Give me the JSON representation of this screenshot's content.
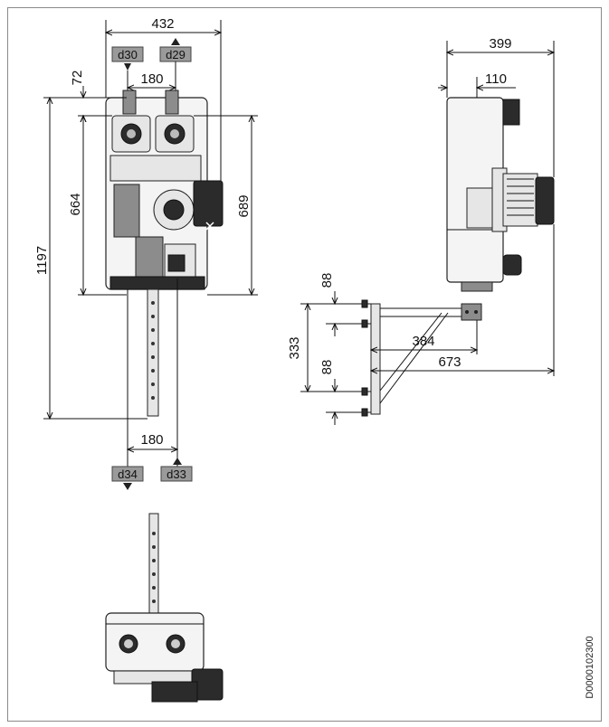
{
  "dimensions": {
    "front_total_width": "432",
    "front_top_spacing": "180",
    "front_top_offset": "72",
    "front_inner_height": "664",
    "front_total_height": "1197",
    "front_right_height": "689",
    "front_bottom_spacing": "180",
    "side_depth": "399",
    "side_offset": "110",
    "bracket_upper_hole_spacing": "88",
    "bracket_height": "333",
    "bracket_lower_hole_spacing": "88",
    "bracket_arm_length": "384",
    "bracket_total_length": "673"
  },
  "connections": {
    "d30": "d30",
    "d29": "d29",
    "d34": "d34",
    "d33": "d33"
  },
  "drawing_code": "D0000102300",
  "colors": {
    "tag_fill": "#9a9a9a",
    "line": "#111111",
    "frame": "#8a8a8a"
  }
}
